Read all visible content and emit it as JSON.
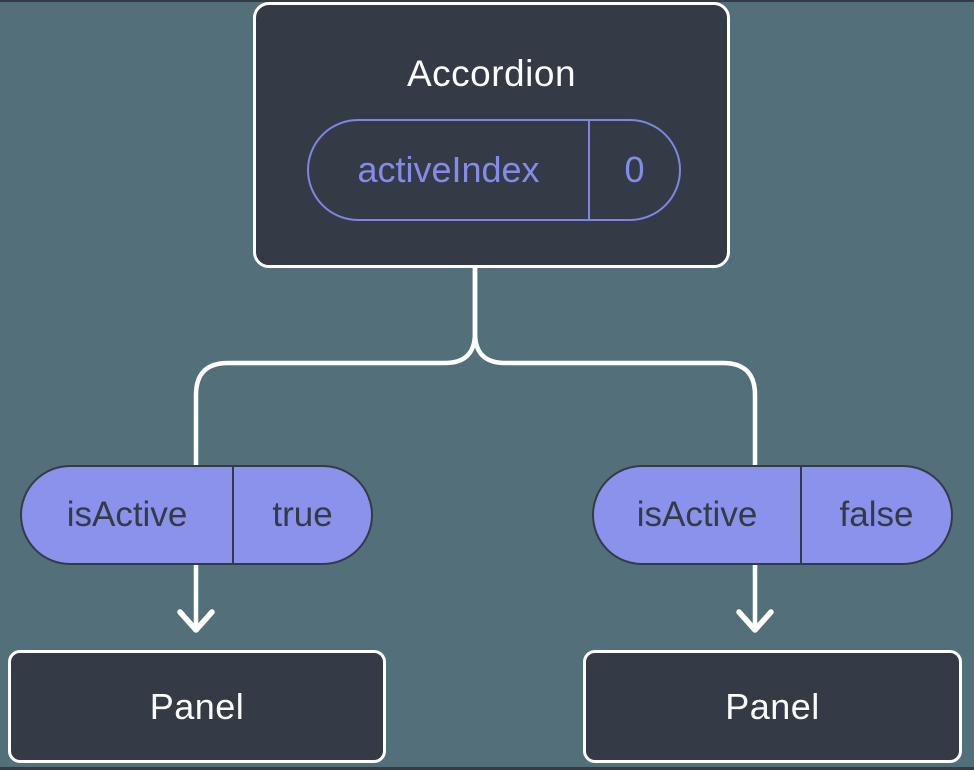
{
  "colors": {
    "background": "#536F79",
    "node_fill": "#343B47",
    "node_border": "#FFFFFF",
    "connector": "#FFFFFF",
    "prop_pill_stroke": "#7E86E4",
    "prop_pill_text": "#848BE8",
    "state_pill_fill": "#8A92EC",
    "state_pill_text": "#343B47"
  },
  "tree": {
    "root": {
      "title": "Accordion",
      "prop": {
        "name": "activeIndex",
        "value": "0"
      }
    },
    "children": [
      {
        "state": {
          "name": "isActive",
          "value": "true"
        },
        "label": "Panel"
      },
      {
        "state": {
          "name": "isActive",
          "value": "false"
        },
        "label": "Panel"
      }
    ]
  }
}
